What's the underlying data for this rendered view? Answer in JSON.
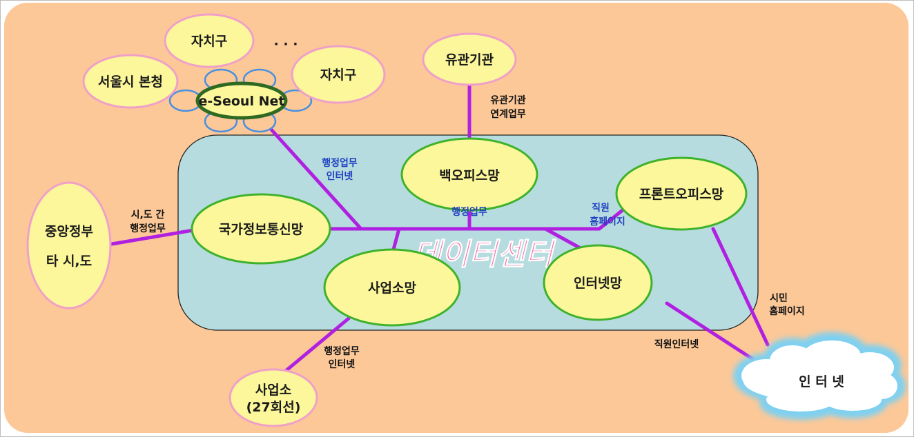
{
  "nodes": {
    "jachigu_top": "자치구",
    "ellipsis": "· · ·",
    "jachigu_right": "자치구",
    "seoul_city_hall": "서울시 본청",
    "eseoul_net": "e-Seoul Net",
    "affiliated_org": "유관기관",
    "back_office": "백오피스망",
    "front_office": "프론트오피스망",
    "national_net": "국가정보통신망",
    "central_gov_line1": "중앙정부",
    "central_gov_line2": "타 시,도",
    "business_office_net": "사업소망",
    "internet_net": "인터넷망",
    "business_office_line1": "사업소",
    "business_office_line2": "(27회선)",
    "internet_cloud": "인 터 넷",
    "data_center": "데이터센터"
  },
  "labels": {
    "affiliated_line1": "유관기관",
    "affiliated_line2": "연계업무",
    "admin_internet_top_line1": "행정업무",
    "admin_internet_top_line2": "인터넷",
    "provinces_line1": "시,도 간",
    "provinces_line2": "행정업무",
    "admin_work": "행정업무",
    "staff_home_line1": "직원",
    "staff_home_line2": "홈페이지",
    "citizen_home_line1": "시민",
    "citizen_home_line2": "홈페이지",
    "staff_internet": "직원인터넷",
    "admin_internet_bottom_line1": "행정업무",
    "admin_internet_bottom_line2": "인터넷"
  },
  "colors": {
    "background": "#fcc898",
    "data_center_fill": "#b6dcdf",
    "node_fill": "#fbf79a",
    "node_stroke_green": "#3fb22c",
    "node_stroke_pink": "#f0a0c8",
    "link": "#b020e0",
    "small_circle": "#4a90e0",
    "data_center_text": "#f06aa8",
    "blue_label": "#2040c0"
  }
}
